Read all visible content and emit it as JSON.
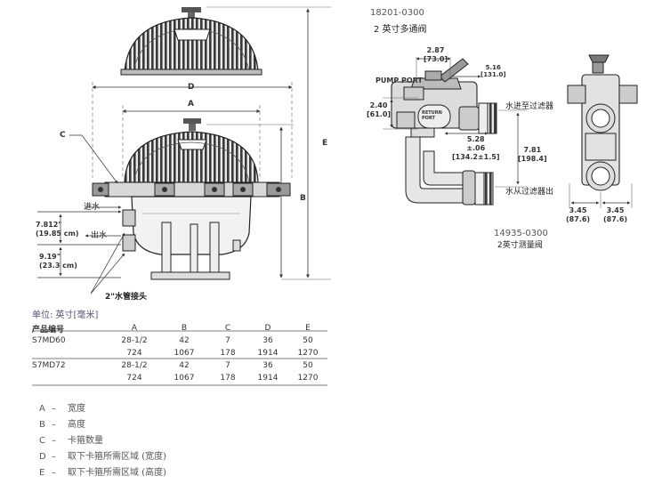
{
  "valve_multiport": {
    "code": "18201-0300",
    "title": "2 英寸多通阀",
    "label_pump_port": "PUMP PORT",
    "label_return": "RETURN",
    "label_port": "PORT",
    "dim_top": "2.87",
    "dim_top_mm": "[73.0]",
    "dim_angle": "5.16",
    "dim_angle_mm": "[131.0]",
    "dim_left": "2.40",
    "dim_left_mm": "[61.0]",
    "dim_mid": "5.28",
    "dim_mid_tol": "±.06",
    "dim_mid_mm": "[134.2±1.5]",
    "dim_right": "7.81",
    "dim_right_mm": "[198.4]",
    "inlet_note": "水进至过滤器",
    "outlet_note": "水从过滤器出"
  },
  "valve_pressure": {
    "code": "14935-0300",
    "title": "2英寸测量阀",
    "dim_left": "3.45",
    "dim_left_mm": "(87.6)",
    "dim_right": "3.45",
    "dim_right_mm": "(87.6)"
  },
  "filter": {
    "label_a": "A",
    "label_b": "B",
    "label_c": "C",
    "label_d": "D",
    "label_e": "E",
    "inlet": "进水",
    "outlet": "出水",
    "dim1": "7.812\"",
    "dim1_mm": "(19.85 cm)",
    "dim2": "9.19\"",
    "dim2_mm": "(23.3 cm)",
    "connector": "2\"水管接头"
  },
  "table": {
    "unit": "单位: 英寸[毫米]",
    "header_model": "产品编号",
    "columns": [
      "A",
      "B",
      "C",
      "D",
      "E"
    ],
    "rows": [
      {
        "model": "S7MD60",
        "cells": [
          "28-1/2",
          "42",
          "7",
          "36",
          "50"
        ]
      },
      {
        "model": "",
        "cells": [
          "724",
          "1067",
          "178",
          "1914",
          "1270"
        ]
      },
      {
        "model": "S7MD72",
        "cells": [
          "28-1/2",
          "42",
          "7",
          "36",
          "50"
        ]
      },
      {
        "model": "",
        "cells": [
          "724",
          "1067",
          "178",
          "1914",
          "1270"
        ]
      }
    ]
  },
  "legend": [
    {
      "key": "A",
      "text": "宽度"
    },
    {
      "key": "B",
      "text": "高度"
    },
    {
      "key": "C",
      "text": "卡箍数量"
    },
    {
      "key": "D",
      "text": "取下卡箍所需区域 (宽度)"
    },
    {
      "key": "E",
      "text": "取下卡箍所需区域 (高度)"
    }
  ]
}
